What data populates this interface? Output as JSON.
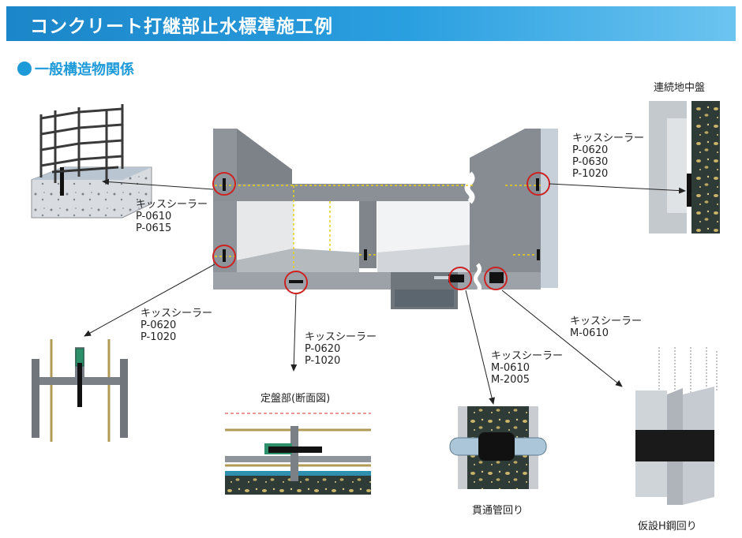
{
  "title": "コンクリート打継部止水標準施工例",
  "section": "一般構造物関係",
  "labels": {
    "top_left": [
      "キッスシーラー",
      "P-0610",
      "P-0615"
    ],
    "top_right": [
      "キッスシーラー",
      "P-0620",
      "P-0630",
      "P-1020"
    ],
    "mid_left": [
      "キッスシーラー",
      "P-0620",
      "P-1020"
    ],
    "mid_center": [
      "キッスシーラー",
      "P-0620",
      "P-1020"
    ],
    "mid_right": [
      "キッスシーラー",
      "M-0610",
      "M-2005"
    ],
    "far_right": [
      "キッスシーラー",
      "M-0610"
    ]
  },
  "captions": {
    "continuous_wall": "連続地中盤",
    "slab_section": "定盤部(断面図)",
    "pipe": "貫通管回り",
    "h_steel": "仮設H鋼回り"
  },
  "colors": {
    "header": "#1b86c9",
    "accent": "#1e9ad9",
    "circle": "#cc2222",
    "concrete": "#9aa0a6",
    "joint_line": "#e8d21a"
  }
}
